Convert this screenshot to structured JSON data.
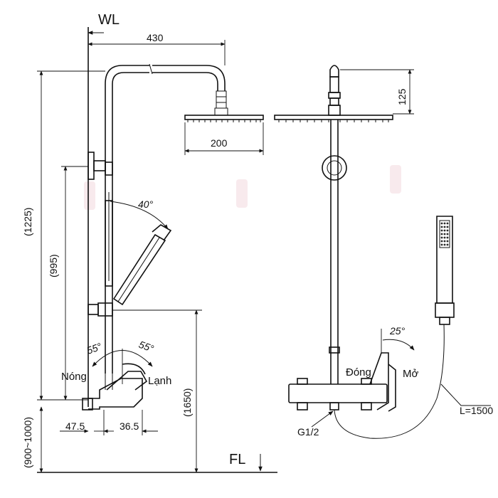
{
  "labels": {
    "wl": "WL",
    "fl": "FL",
    "hot": "Nóng",
    "cold": "Lạnh",
    "close": "Đóng",
    "open": "Mở",
    "thread": "G1/2",
    "hose": "L=1500"
  },
  "dimensions": {
    "arm_reach": "430",
    "head_diameter": "200",
    "head_height": "125",
    "total_height": "(1225)",
    "bar_height": "(995)",
    "top_from_floor": "(1650)",
    "valve_height": "(900~1000)",
    "offset_left": "47.5",
    "offset_right": "36.5"
  },
  "angles": {
    "handshower_tilt": "40°",
    "hot_rotation": "55°",
    "cold_rotation": "55°",
    "lever_rotation": "25°"
  },
  "colors": {
    "line": "#111111",
    "watermark": "#f3d9de"
  }
}
